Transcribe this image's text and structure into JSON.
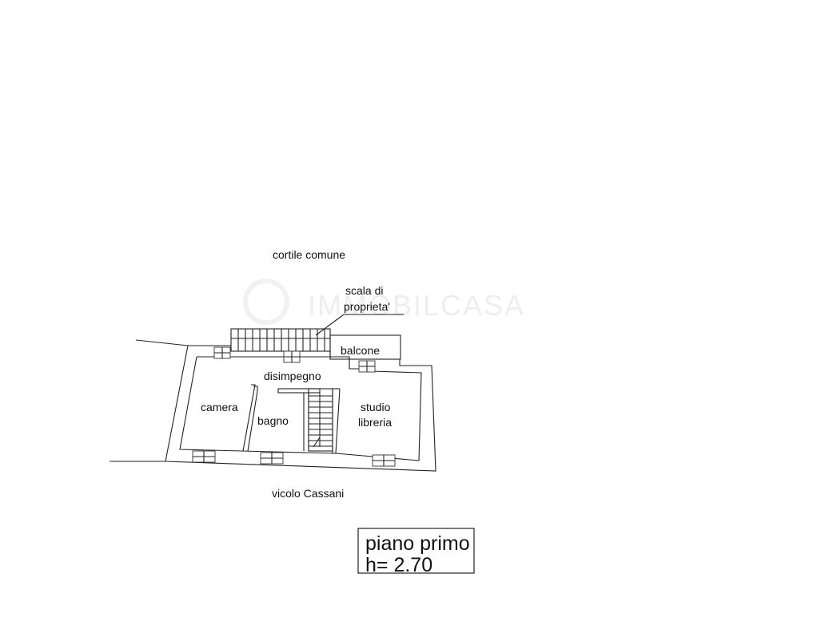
{
  "plan": {
    "labels": {
      "courtyard": "cortile comune",
      "stair": [
        "scala di",
        "proprieta'"
      ],
      "balcony": "balcone",
      "hallway": "disimpegno",
      "bedroom": "camera",
      "bathroom": "bagno",
      "study": [
        "studio",
        "libreria"
      ],
      "street": "vicolo Cassani"
    },
    "legend": {
      "floor": "piano primo",
      "height": "h= 2.70"
    }
  }
}
